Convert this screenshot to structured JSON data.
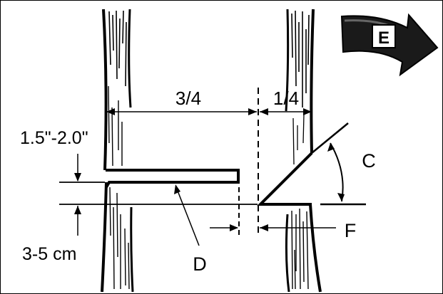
{
  "labels": {
    "direction": "E",
    "three_quarters": "3/4",
    "one_quarter": "1/4",
    "inches": "1.5\"-2.0\"",
    "cm": "3-5 cm",
    "angle": "C",
    "back_cut": "D",
    "hinge": "F"
  },
  "colors": {
    "ink": "#000000",
    "paper": "#ffffff",
    "arrow": "#1a1a1a"
  }
}
